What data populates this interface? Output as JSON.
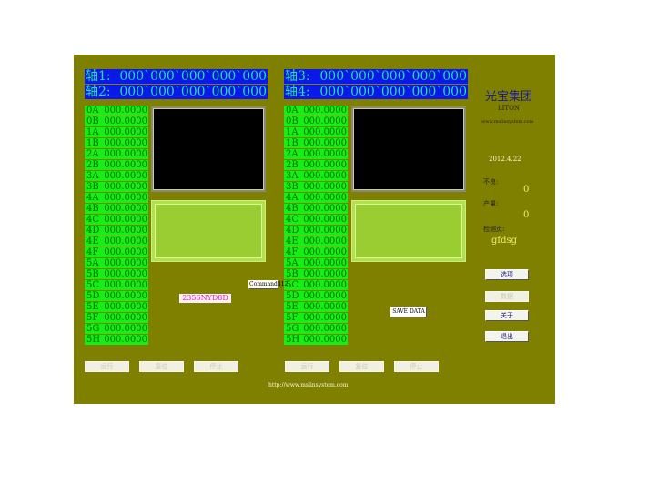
{
  "axes": [
    {
      "label": "轴1:",
      "value": "000`000`000`000`000"
    },
    {
      "label": "轴2:",
      "value": "000`000`000`000`000"
    },
    {
      "label": "轴3:",
      "value": "000`000`000`000`000"
    },
    {
      "label": "轴4:",
      "value": "000`000`000`000`000"
    }
  ],
  "rows": [
    "0A",
    "0B",
    "1A",
    "1B",
    "2A",
    "2B",
    "3A",
    "3B",
    "4A",
    "4B",
    "4C",
    "4D",
    "4E",
    "4F",
    "5A",
    "5B",
    "5C",
    "5D",
    "5E",
    "5F",
    "5G",
    "5H"
  ],
  "row_value": "000.0000",
  "command_label": "Command412",
  "code_label": "2356NYD8D",
  "save_label": "SAVE DATA",
  "bottom_buttons": [
    "运行",
    "复位",
    "停止"
  ],
  "footer_url": "http://www.mslinsystem.com",
  "sidebar": {
    "company": "光宝集团",
    "brand": "LITON",
    "website": "www.mslinsystem.com",
    "date": "2012.4.22",
    "defect_label": "不良:",
    "defect_value": "0",
    "output_label": "产量:",
    "output_value": "0",
    "check_label": "检测页:",
    "check_value": "gfdsg",
    "buttons": [
      "选项",
      "数据",
      "关于",
      "退出"
    ]
  }
}
